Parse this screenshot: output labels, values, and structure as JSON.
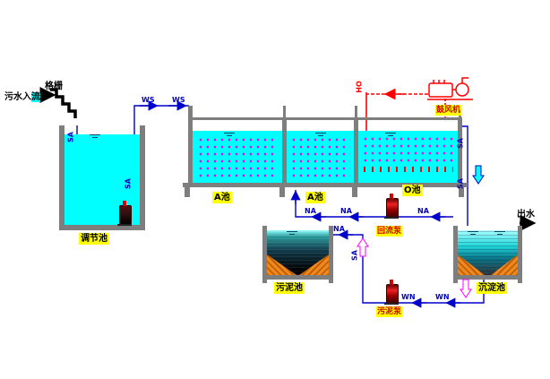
{
  "colors": {
    "water": "#00ffff",
    "media_dots": "#ff00ff",
    "flow_line": "#0000cc",
    "air_line": "#ff0000",
    "label_highlight": "#ffff00",
    "wall_gray": "#7e7e7e",
    "hopper_orange": "#f08820"
  },
  "inflow": {
    "prefix": "污水入",
    "highlighted": "流",
    "screen_label": "格栅"
  },
  "tanks": {
    "regulating": "调节池",
    "anaerobic1": "A池",
    "anoxic2": "A池",
    "oxic": "O池",
    "sludge": "污泥池",
    "sedimentation": "沉淀池"
  },
  "equipment": {
    "blower": "鼓风机",
    "reflux_pump": "回流泵",
    "sludge_pump": "污泥泵"
  },
  "outflow_label": "出水",
  "flow_labels": {
    "ws1": "WS",
    "ws2": "WS",
    "sa_reg_inlet": "SA",
    "sa_reg_riser": "SA",
    "ho_air": "HO",
    "sa_out_upper": "SA",
    "sa_out_lower": "SA",
    "na_return_right": "NA",
    "na_return_mid": "NA",
    "na_return_left": "NA",
    "na_to_sludge_tank": "NA",
    "sa_sludge_riser": "SA",
    "wn_right": "WN",
    "wn_left": "WN"
  }
}
